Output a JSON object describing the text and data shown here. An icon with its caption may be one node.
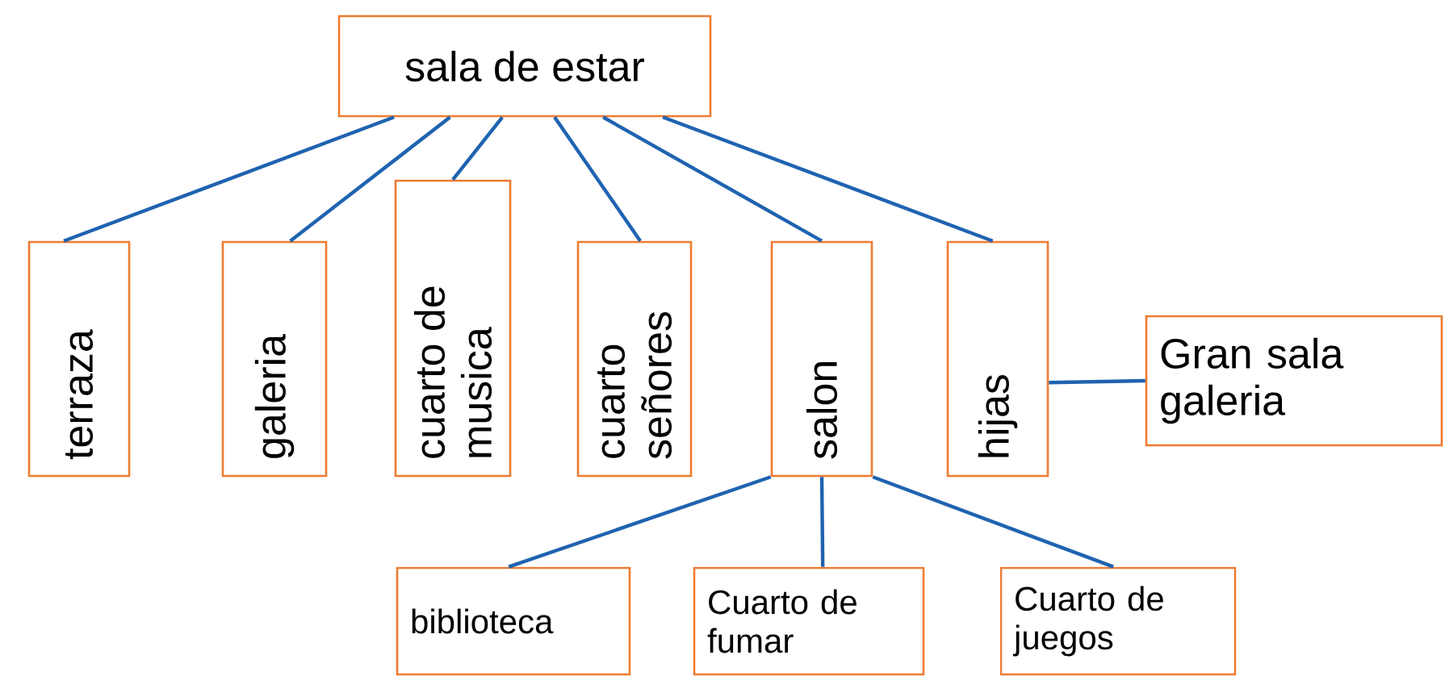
{
  "diagram": {
    "nodes": [
      {
        "text": [
          "sala de estar"
        ]
      },
      {
        "text": [
          "terraza"
        ]
      },
      {
        "text": [
          "galeria"
        ]
      },
      {
        "text": [
          "cuarto de musica"
        ]
      },
      {
        "text": [
          "cuarto señores"
        ]
      },
      {
        "text": [
          "salon"
        ]
      },
      {
        "text": [
          "hijas"
        ]
      },
      {
        "text": [
          "Gran sala galeria"
        ]
      },
      {
        "text": [
          "biblioteca"
        ]
      },
      {
        "text": [
          "Cuarto de fumar"
        ]
      },
      {
        "text": [
          "Cuarto de juegos"
        ]
      }
    ],
    "edges": [
      {
        "from": 0,
        "to": 1,
        "arrow": "none"
      },
      {
        "from": 0,
        "to": 2,
        "arrow": "none"
      },
      {
        "from": 0,
        "to": 3,
        "arrow": "none"
      },
      {
        "from": 0,
        "to": 4,
        "arrow": "none"
      },
      {
        "from": 0,
        "to": 5,
        "arrow": "none"
      },
      {
        "from": 0,
        "to": 6,
        "arrow": "none"
      },
      {
        "from": 6,
        "to": 7,
        "arrow": "none"
      },
      {
        "from": 5,
        "to": 8,
        "arrow": "none"
      },
      {
        "from": 5,
        "to": 9,
        "arrow": "none"
      },
      {
        "from": 5,
        "to": 10,
        "arrow": "none"
      }
    ]
  }
}
